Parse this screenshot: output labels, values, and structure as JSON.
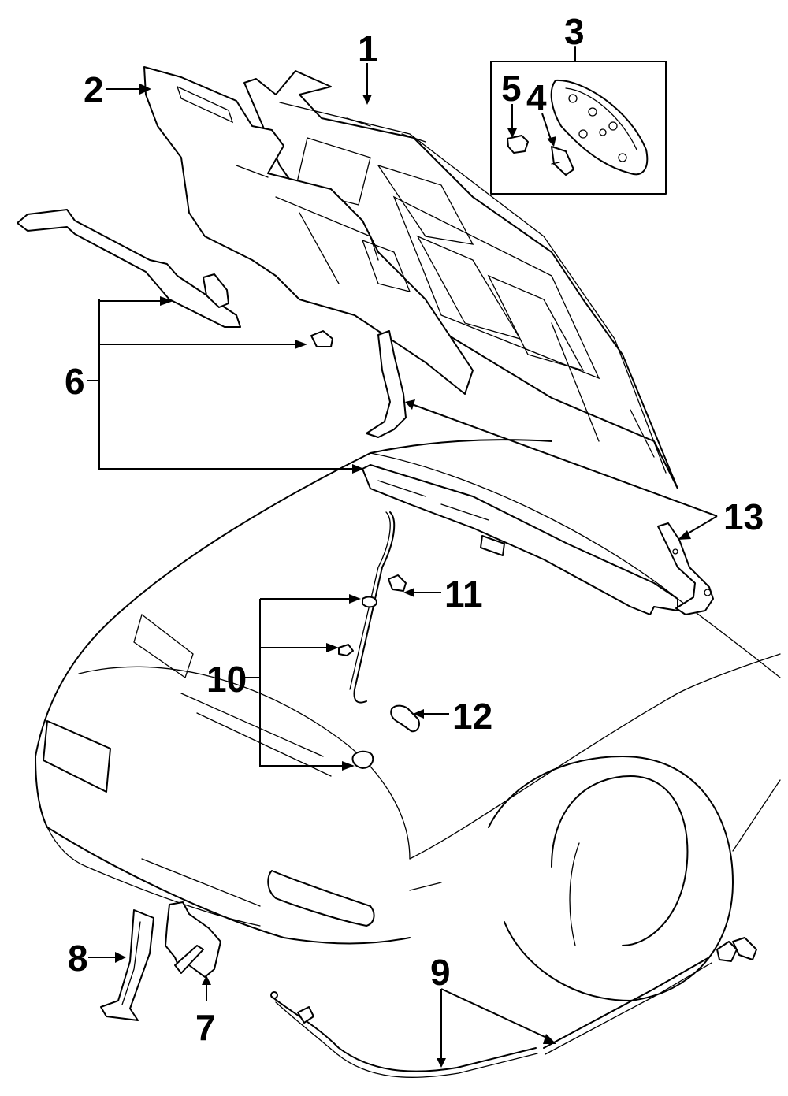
{
  "diagram": {
    "title": "Hood & Components — Exploded Parts Diagram",
    "callouts": [
      {
        "id": "1",
        "label": "1",
        "part": "hood-panel"
      },
      {
        "id": "2",
        "label": "2",
        "part": "hood-insulator"
      },
      {
        "id": "3",
        "label": "3",
        "part": "emblem-assembly"
      },
      {
        "id": "4",
        "label": "4",
        "part": "emblem-clip"
      },
      {
        "id": "5",
        "label": "5",
        "part": "emblem-retainer"
      },
      {
        "id": "6",
        "label": "6",
        "part": "hood-seal-and-clips"
      },
      {
        "id": "7",
        "label": "7",
        "part": "hood-latch"
      },
      {
        "id": "8",
        "label": "8",
        "part": "latch-support-bracket"
      },
      {
        "id": "9",
        "label": "9",
        "part": "release-cable"
      },
      {
        "id": "10",
        "label": "10",
        "part": "prop-rod-and-grommets"
      },
      {
        "id": "11",
        "label": "11",
        "part": "prop-rod-clip"
      },
      {
        "id": "12",
        "label": "12",
        "part": "prop-rod-retainer"
      },
      {
        "id": "13",
        "label": "13",
        "part": "hood-hinges"
      }
    ],
    "colors": {
      "line": "#000000",
      "background": "#ffffff"
    }
  }
}
